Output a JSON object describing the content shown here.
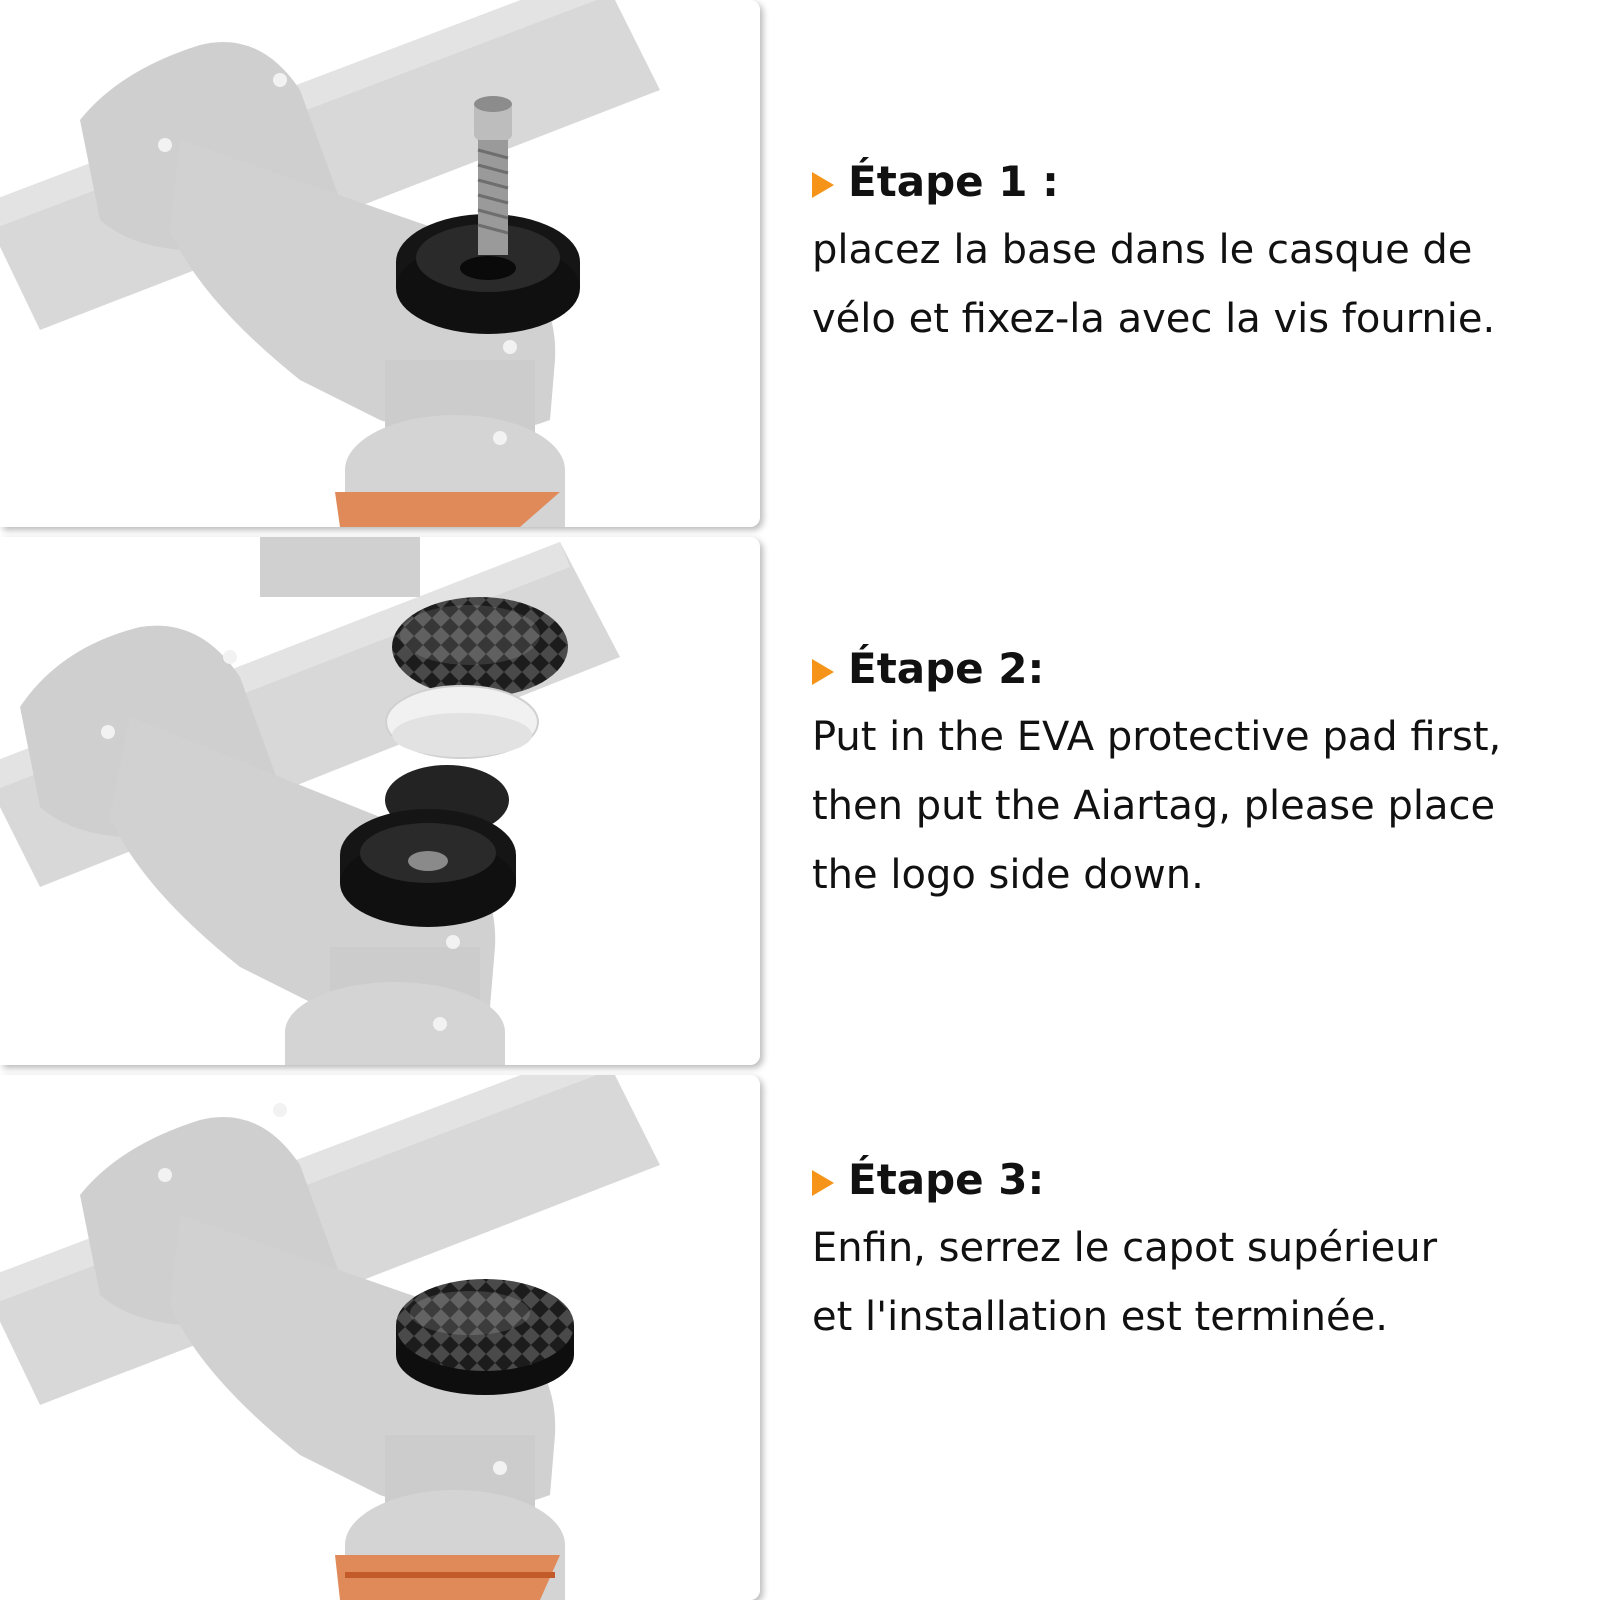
{
  "colors": {
    "accent": "#f59419",
    "text": "#111111",
    "illustration_grey": "#d7d7d7"
  },
  "steps": [
    {
      "icon": "play-arrow-icon",
      "title": "Étape 1 :",
      "lines": [
        "placez la base dans le casque de",
        "vélo et fixez-la avec la vis fournie."
      ]
    },
    {
      "icon": "play-arrow-icon",
      "title": "Étape 2:",
      "lines": [
        "Put in the EVA protective pad first,",
        "then put the Aiartag, please place",
        "the logo side down."
      ]
    },
    {
      "icon": "play-arrow-icon",
      "title": "Étape 3:",
      "lines": [
        "Enfin, serrez le capot supérieur",
        "et l'installation est terminée."
      ]
    }
  ]
}
